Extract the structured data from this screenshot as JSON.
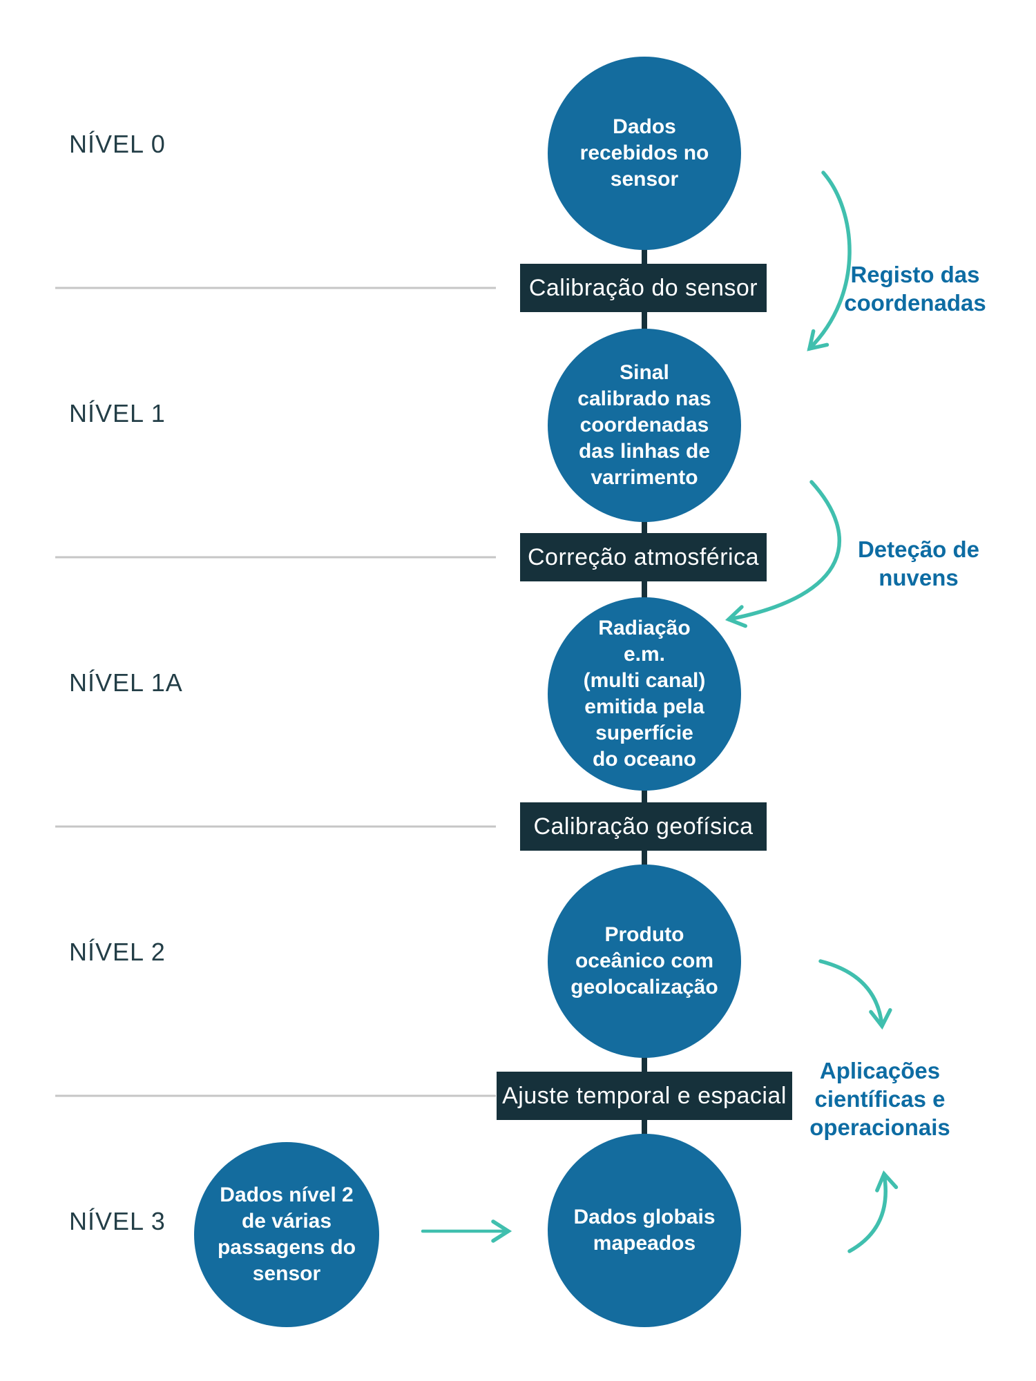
{
  "colors": {
    "circle_fill": "#146C9E",
    "box_fill": "#16313B",
    "arrow_teal": "#40BFAE",
    "annotation_blue": "#0D6CA3",
    "level_text": "#233E47",
    "divider_gray": "#C6C6C6",
    "text_white": "#FFFFFF"
  },
  "levels": [
    {
      "label": "NÍVEL 0"
    },
    {
      "label": "NÍVEL 1"
    },
    {
      "label": "NÍVEL 1A"
    },
    {
      "label": "NÍVEL 2"
    },
    {
      "label": "NÍVEL 3"
    }
  ],
  "nodes": [
    {
      "text": "Dados\nrecebidos no\nsensor"
    },
    {
      "text": "Sinal\ncalibrado nas\ncoordenadas\ndas linhas de\nvarrimento"
    },
    {
      "text": "Radiação\ne.m.\n(multi canal)\nemitida pela\nsuperfície\ndo oceano"
    },
    {
      "text": "Produto\noceânico com\ngeolocalização"
    },
    {
      "text": "Dados globais\nmapeados"
    },
    {
      "text": "Dados nível 2\nde várias\npassagens do\nsensor"
    }
  ],
  "processes": [
    {
      "label": "Calibração do sensor"
    },
    {
      "label": "Correção atmosférica"
    },
    {
      "label": "Calibração geofísica"
    },
    {
      "label": "Ajuste temporal e espacial"
    }
  ],
  "annotations": [
    {
      "text": "Registo das\ncoordenadas"
    },
    {
      "text": "Deteção de\nnuvens"
    },
    {
      "text": "Aplicações\ncientíficas e\noperacionais"
    }
  ]
}
